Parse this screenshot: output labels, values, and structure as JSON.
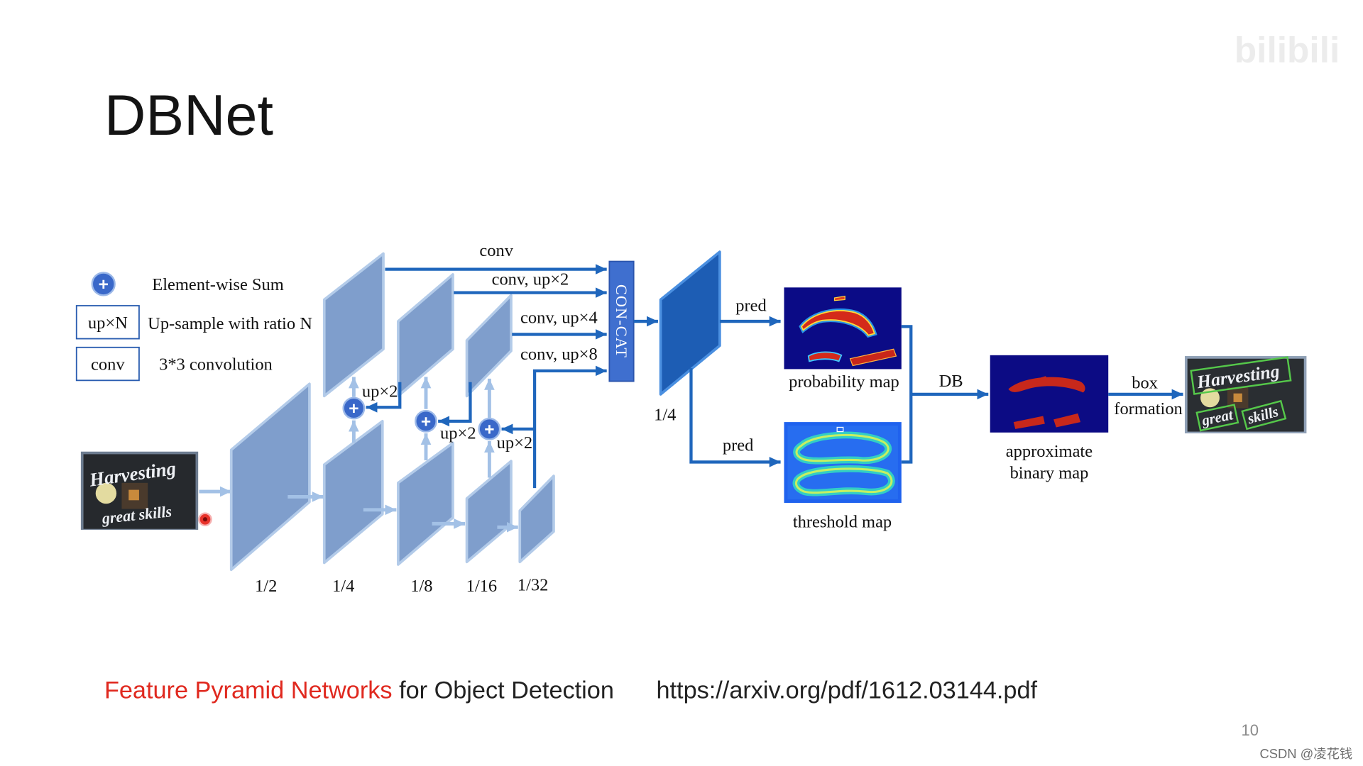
{
  "slide": {
    "title": "DBNet",
    "page_number": "10",
    "citation": {
      "highlight": "Feature Pyramid Networks",
      "rest": " for Object Detection",
      "url": "https://arxiv.org/pdf/1612.03144.pdf"
    },
    "watermark_logo": "bilibili",
    "csdn_watermark": "CSDN @凌花钱"
  },
  "legend": {
    "sum_symbol": "+",
    "sum_label": "Element-wise Sum",
    "upsample_box": "up×N",
    "upsample_label": "Up-sample with ratio N",
    "conv_box": "conv",
    "conv_label": "3*3 convolution"
  },
  "diagram": {
    "input_image": {
      "line1": "Harvesting",
      "line2": "great skills"
    },
    "backbone_scales": [
      "1/2",
      "1/4",
      "1/8",
      "1/16",
      "1/32"
    ],
    "merge_labels": [
      "up×2",
      "up×2",
      "up×2"
    ],
    "concat_inputs": [
      "conv",
      "conv, up×2",
      "conv, up×4",
      "conv, up×8"
    ],
    "concat_label": "CON-CAT",
    "fused_scale": "1/4",
    "pred_labels": [
      "pred",
      "pred"
    ],
    "probability_map_label": "probability map",
    "threshold_map_label": "threshold map",
    "db_label": "DB",
    "binary_map_label": [
      "approximate",
      "binary map"
    ],
    "box_formation_label": [
      "box",
      "formation"
    ],
    "output_image": {
      "words": [
        "Harvesting",
        "great",
        "skills"
      ]
    }
  },
  "icons": {
    "sum": "plus-circle-icon",
    "pointer": "red-dot-pointer-icon"
  },
  "colors": {
    "arrow_dark": "#1f66bc",
    "arrow_light": "#a3c1e6",
    "feature_light": "#7f9ecc",
    "feature_edge": "#b3cbe9",
    "fused_feature": "#1d5db4",
    "concat_box": "#3f6fcf",
    "sum_circle": "#3a68c9",
    "citation_highlight": "#e0291f",
    "box_green": "#55c84a"
  }
}
